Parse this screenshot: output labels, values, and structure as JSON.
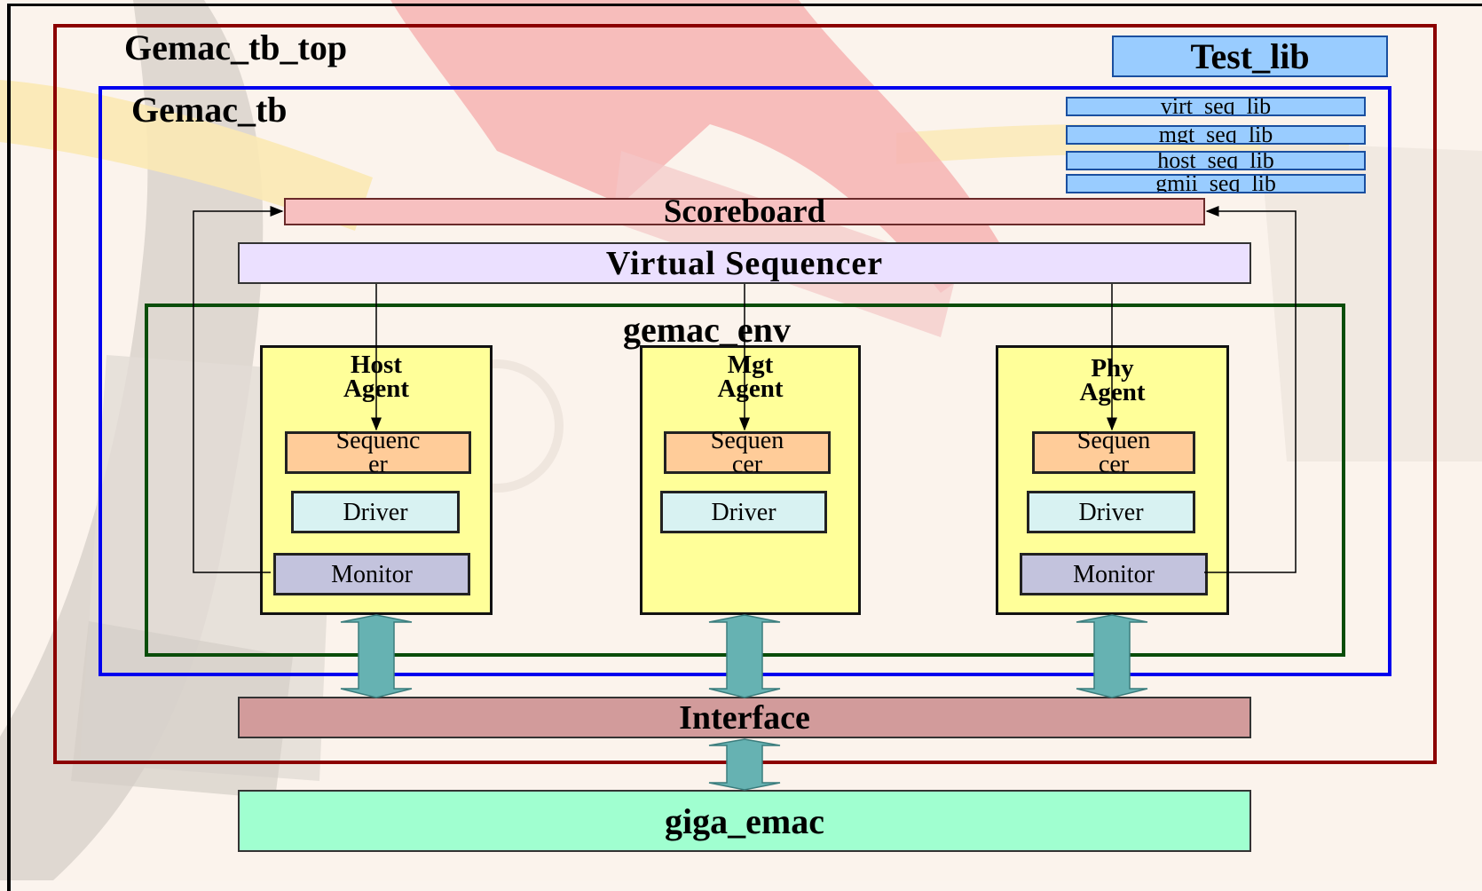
{
  "diagram": {
    "top": {
      "label": "Gemac_tb_top"
    },
    "tb": {
      "label": "Gemac_tb"
    },
    "test_lib": {
      "label": "Test_lib"
    },
    "seq_libs": [
      "virt_seq_lib",
      "mgt_seq_lib",
      "host_seq_lib",
      "gmii_seq_lib"
    ],
    "scoreboard": {
      "label": "Scoreboard"
    },
    "virtual_sequencer": {
      "label": "Virtual Sequencer"
    },
    "env": {
      "label": "gemac_env"
    },
    "agents": [
      {
        "title_line1": "Host",
        "title_line2": "Agent",
        "sequencer_line1": "Sequenc",
        "sequencer_line2": "er",
        "driver": "Driver",
        "monitor": "Monitor"
      },
      {
        "title_line1": "Mgt",
        "title_line2": "Agent",
        "sequencer_line1": "Sequen",
        "sequencer_line2": "cer",
        "driver": "Driver"
      },
      {
        "title_line1": "Phy",
        "title_line2": "Agent",
        "sequencer_line1": "Sequen",
        "sequencer_line2": "cer",
        "driver": "Driver",
        "monitor": "Monitor"
      }
    ],
    "interface": {
      "label": "Interface"
    },
    "dut": {
      "label": "giga_emac"
    }
  },
  "colors": {
    "top_border": "#8b0000",
    "tb_border": "#0000ee",
    "env_border": "#0a4d0a",
    "test_lib_fill": "#99ccff",
    "scoreboard_fill": "#f7c0c0",
    "virtual_sequencer_fill": "#ebe0ff",
    "agent_fill": "#ffff99",
    "sequencer_fill": "#ffcc99",
    "driver_fill": "#d8f2f2",
    "monitor_fill": "#c3c3dd",
    "interface_fill": "#d29b9b",
    "dut_fill": "#a0ffd0",
    "arrow_fill": "#66b2b2"
  }
}
